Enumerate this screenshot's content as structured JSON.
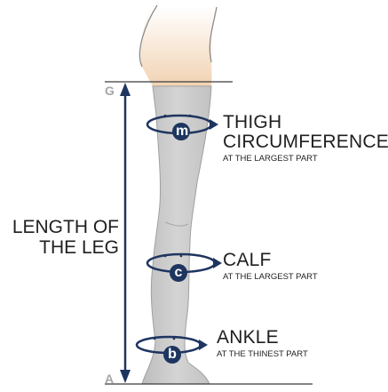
{
  "markers": {
    "top": "G",
    "bottom": "A"
  },
  "length": {
    "line1": "LENGTH OF",
    "line2": "THE LEG"
  },
  "points": [
    {
      "badge": "m",
      "title": [
        "THIGH",
        "CIRCUMFERENCE"
      ],
      "note": "AT THE LARGEST PART"
    },
    {
      "badge": "c",
      "title": [
        "CALF"
      ],
      "note": "AT THE LARGEST PART"
    },
    {
      "badge": "b",
      "title": [
        "ANKLE"
      ],
      "note": "AT THE THINEST PART"
    }
  ],
  "colors": {
    "navy": "#1e3560",
    "stocking": "#c9c9c9",
    "skin": "#f3d9bd",
    "outline": "#9a9a9a",
    "label": "#a6a6a6"
  }
}
